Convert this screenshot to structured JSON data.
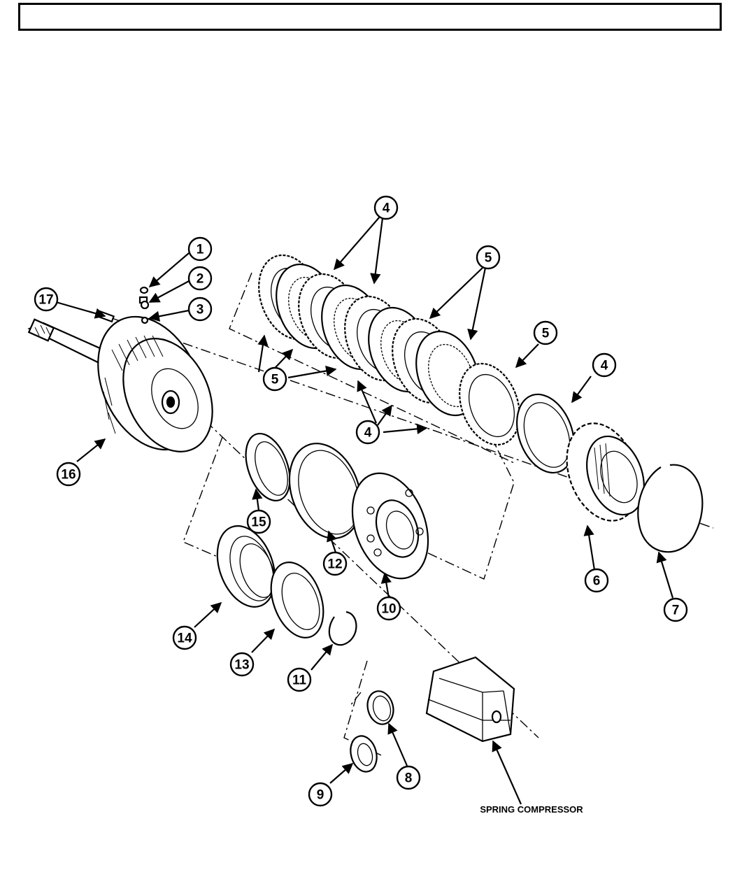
{
  "callouts": [
    {
      "id": "1",
      "label": "1"
    },
    {
      "id": "2",
      "label": "2"
    },
    {
      "id": "3",
      "label": "3"
    },
    {
      "id": "4",
      "label": "4"
    },
    {
      "id": "5",
      "label": "5"
    },
    {
      "id": "6",
      "label": "6"
    },
    {
      "id": "7",
      "label": "7"
    },
    {
      "id": "8",
      "label": "8"
    },
    {
      "id": "9",
      "label": "9"
    },
    {
      "id": "10",
      "label": "10"
    },
    {
      "id": "11",
      "label": "11"
    },
    {
      "id": "12",
      "label": "12"
    },
    {
      "id": "13",
      "label": "13"
    },
    {
      "id": "14",
      "label": "14"
    },
    {
      "id": "15",
      "label": "15"
    },
    {
      "id": "16",
      "label": "16"
    },
    {
      "id": "17",
      "label": "17"
    }
  ],
  "labels": {
    "spring_compressor": "SPRING COMPRESSOR"
  }
}
